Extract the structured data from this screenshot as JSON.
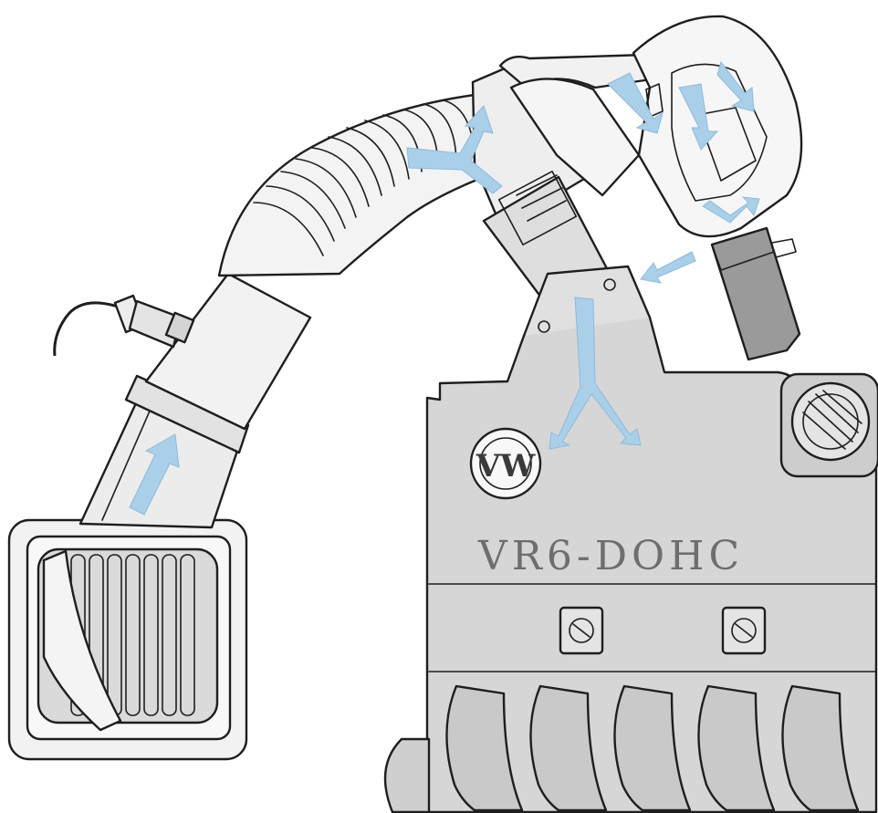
{
  "engine_cover_label": "VR6-DOHC",
  "logo_text": "VW",
  "colors": {
    "outline": "#1e1e1e",
    "component_light": "#f4f4f4",
    "component_gray": "#d8d8d8",
    "intake_manifold": "#c9c9c9",
    "air_flow_arrow": "#a9cfe9"
  },
  "icons": [
    "air-flow-arrow",
    "vw-logo",
    "oil-filler-cap"
  ]
}
